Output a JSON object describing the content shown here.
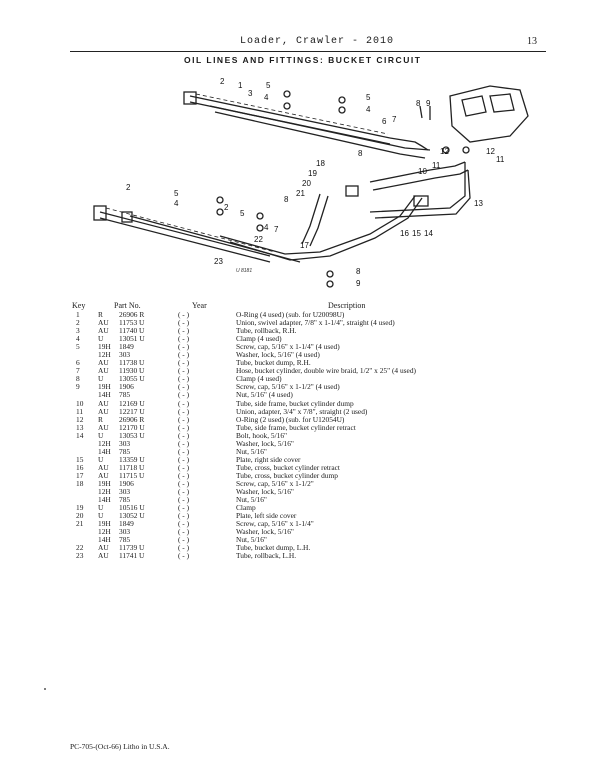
{
  "header": {
    "title": "Loader, Crawler - 2010",
    "page_number": "13"
  },
  "section_title": "OIL LINES AND FITTINGS: BUCKET CIRCUIT",
  "diagram": {
    "code": "U 8181",
    "callouts": [
      "1",
      "2",
      "3",
      "4",
      "5",
      "6",
      "7",
      "8",
      "9",
      "10",
      "11",
      "12",
      "13",
      "14",
      "15",
      "16",
      "17",
      "18",
      "19",
      "20",
      "21",
      "22",
      "23"
    ]
  },
  "table": {
    "headers": {
      "key": "Key",
      "part_no": "Part No.",
      "year": "Year",
      "description": "Description"
    },
    "rows": [
      {
        "key": "1",
        "prefix": "R",
        "number": "26906 R",
        "year": "(   -   )",
        "description": "O-Ring (4 used) (sub. for U20098U)"
      },
      {
        "key": "2",
        "prefix": "AU",
        "number": "11753 U",
        "year": "(   -   )",
        "description": "Union, swivel adapter, 7/8\" x 1-1/4\", straight (4 used)"
      },
      {
        "key": "3",
        "prefix": "AU",
        "number": "11740 U",
        "year": "(   -   )",
        "description": "Tube, rollback, R.H."
      },
      {
        "key": "4",
        "prefix": "U",
        "number": "13051 U",
        "year": "(   -   )",
        "description": "Clamp (4 used)"
      },
      {
        "key": "5",
        "prefix": "19H",
        "number": "1849",
        "year": "(   -   )",
        "description": "Screw, cap, 5/16\" x 1-1/4\" (4 used)"
      },
      {
        "key": "",
        "prefix": "12H",
        "number": "303",
        "year": "(   -   )",
        "description": "Washer, lock, 5/16\" (4 used)"
      },
      {
        "key": "6",
        "prefix": "AU",
        "number": "11738 U",
        "year": "(   -   )",
        "description": "Tube, bucket dump, R.H."
      },
      {
        "key": "7",
        "prefix": "AU",
        "number": "11930 U",
        "year": "(   -   )",
        "description": "Hose, bucket cylinder, double wire braid, 1/2\" x 25\" (4 used)"
      },
      {
        "key": "8",
        "prefix": "U",
        "number": "13055 U",
        "year": "(   -   )",
        "description": "Clamp (4 used)"
      },
      {
        "key": "9",
        "prefix": "19H",
        "number": "1906",
        "year": "(   -   )",
        "description": "Screw, cap, 5/16\" x 1-1/2\" (4 used)"
      },
      {
        "key": "",
        "prefix": "14H",
        "number": "785",
        "year": "(   -   )",
        "description": "Nut, 5/16\" (4 used)"
      },
      {
        "key": "10",
        "prefix": "AU",
        "number": "12169 U",
        "year": "(   -   )",
        "description": "Tube, side frame, bucket cylinder dump"
      },
      {
        "key": "11",
        "prefix": "AU",
        "number": "12217 U",
        "year": "(   -   )",
        "description": "Union, adapter, 3/4\" x 7/8\", straight (2 used)"
      },
      {
        "key": "12",
        "prefix": "R",
        "number": "26906 R",
        "year": "(   -   )",
        "description": "O-Ring (2 used) (sub. for U12054U)"
      },
      {
        "key": "13",
        "prefix": "AU",
        "number": "12170 U",
        "year": "(   -   )",
        "description": "Tube, side frame, bucket cylinder retract"
      },
      {
        "key": "14",
        "prefix": "U",
        "number": "13053 U",
        "year": "(   -   )",
        "description": "Bolt, hook, 5/16\""
      },
      {
        "key": "",
        "prefix": "12H",
        "number": "303",
        "year": "(   -   )",
        "description": "Washer, lock, 5/16\""
      },
      {
        "key": "",
        "prefix": "14H",
        "number": "785",
        "year": "(   -   )",
        "description": "Nut, 5/16\""
      },
      {
        "key": "15",
        "prefix": "U",
        "number": "13359 U",
        "year": "(   -   )",
        "description": "Plate, right side cover"
      },
      {
        "key": "16",
        "prefix": "AU",
        "number": "11718 U",
        "year": "(   -   )",
        "description": "Tube, cross, bucket cylinder retract"
      },
      {
        "key": "17",
        "prefix": "AU",
        "number": "11715 U",
        "year": "(   -   )",
        "description": "Tube, cross, bucket cylinder dump"
      },
      {
        "key": "18",
        "prefix": "19H",
        "number": "1906",
        "year": "(   -   )",
        "description": "Screw, cap, 5/16\" x 1-1/2\""
      },
      {
        "key": "",
        "prefix": "12H",
        "number": "303",
        "year": "(   -   )",
        "description": "Washer, lock, 5/16\""
      },
      {
        "key": "",
        "prefix": "14H",
        "number": "785",
        "year": "(   -   )",
        "description": "Nut, 5/16\""
      },
      {
        "key": "19",
        "prefix": "U",
        "number": "10516 U",
        "year": "(   -   )",
        "description": "Clamp"
      },
      {
        "key": "20",
        "prefix": "U",
        "number": "13052 U",
        "year": "(   -   )",
        "description": "Plate, left side cover"
      },
      {
        "key": "21",
        "prefix": "19H",
        "number": "1849",
        "year": "(   -   )",
        "description": "Screw, cap, 5/16\" x 1-1/4\""
      },
      {
        "key": "",
        "prefix": "12H",
        "number": "303",
        "year": "(   -   )",
        "description": "Washer, lock, 5/16\""
      },
      {
        "key": "",
        "prefix": "14H",
        "number": "785",
        "year": "(   -   )",
        "description": "Nut, 5/16\""
      },
      {
        "key": "22",
        "prefix": "AU",
        "number": "11739 U",
        "year": "(   -   )",
        "description": "Tube, bucket dump, L.H."
      },
      {
        "key": "23",
        "prefix": "AU",
        "number": "11741 U",
        "year": "(   -   )",
        "description": "Tube, rollback, L.H."
      }
    ]
  },
  "footer": {
    "text": "PC-705-(Oct-66) Litho in U.S.A."
  }
}
